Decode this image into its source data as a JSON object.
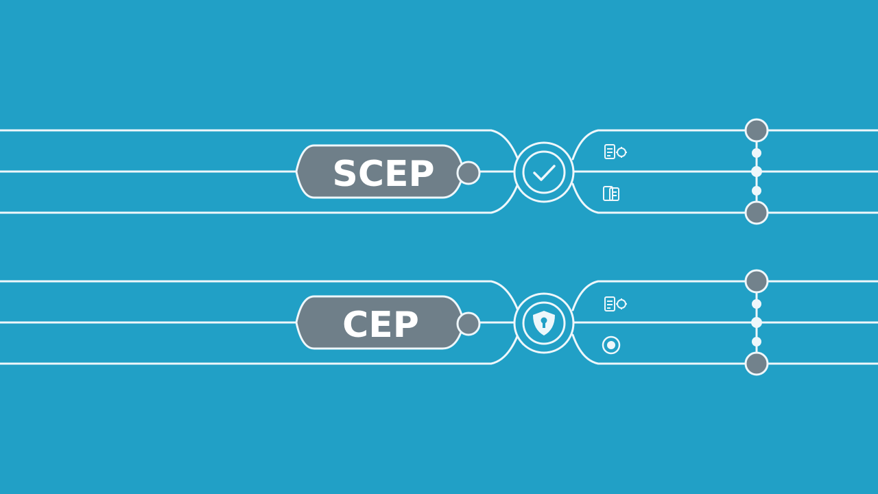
{
  "colors": {
    "background": "#21a0c6",
    "line": "#eef7fb",
    "pill": "#6f7f89",
    "node": "#72828c",
    "text": "#ffffff"
  },
  "rows": [
    {
      "id": "scep",
      "label": "SCEP",
      "center_icon": "check-icon",
      "side_icons": [
        "document-gear-icon",
        "document-icon"
      ]
    },
    {
      "id": "cep",
      "label": "CEP",
      "center_icon": "shield-lock-icon",
      "side_icons": [
        "document-gear-icon",
        "circular-badge-icon"
      ]
    }
  ]
}
